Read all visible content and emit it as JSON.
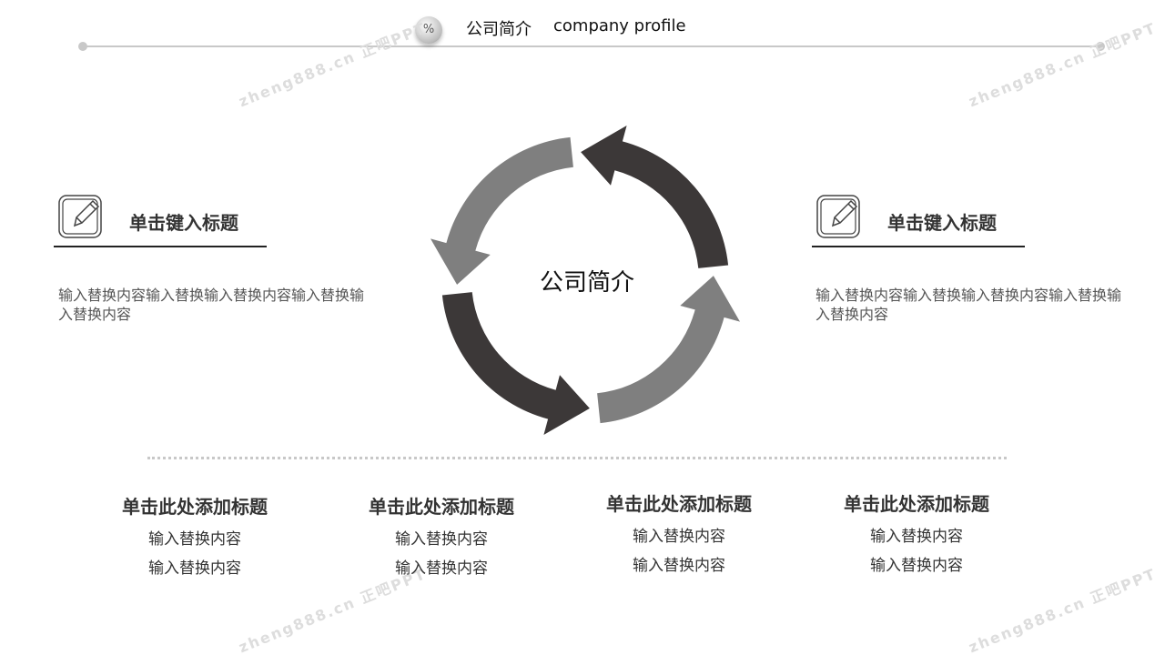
{
  "header": {
    "badge": "%",
    "title_cn": "公司简介",
    "title_en": "company profile"
  },
  "watermark": "zheng888.cn 正吧PPT",
  "center_label": "公司简介",
  "left_block": {
    "title": "单击键入标题",
    "body": "输入替换内容输入替换输入替换内容输入替换输入替换内容"
  },
  "right_block": {
    "title": "单击键入标题",
    "body": "输入替换内容输入替换输入替换内容输入替换输入替换内容"
  },
  "columns": [
    {
      "title": "单击此处添加标题",
      "line1": "输入替换内容",
      "line2": "输入替换内容"
    },
    {
      "title": "单击此处添加标题",
      "line1": "输入替换内容",
      "line2": "输入替换内容"
    },
    {
      "title": "单击此处添加标题",
      "line1": "输入替换内容",
      "line2": "输入替换内容"
    },
    {
      "title": "单击此处添加标题",
      "line1": "输入替换内容",
      "line2": "输入替换内容"
    }
  ],
  "colors": {
    "dark": "#3c3838",
    "light": "#7f7f7f"
  }
}
